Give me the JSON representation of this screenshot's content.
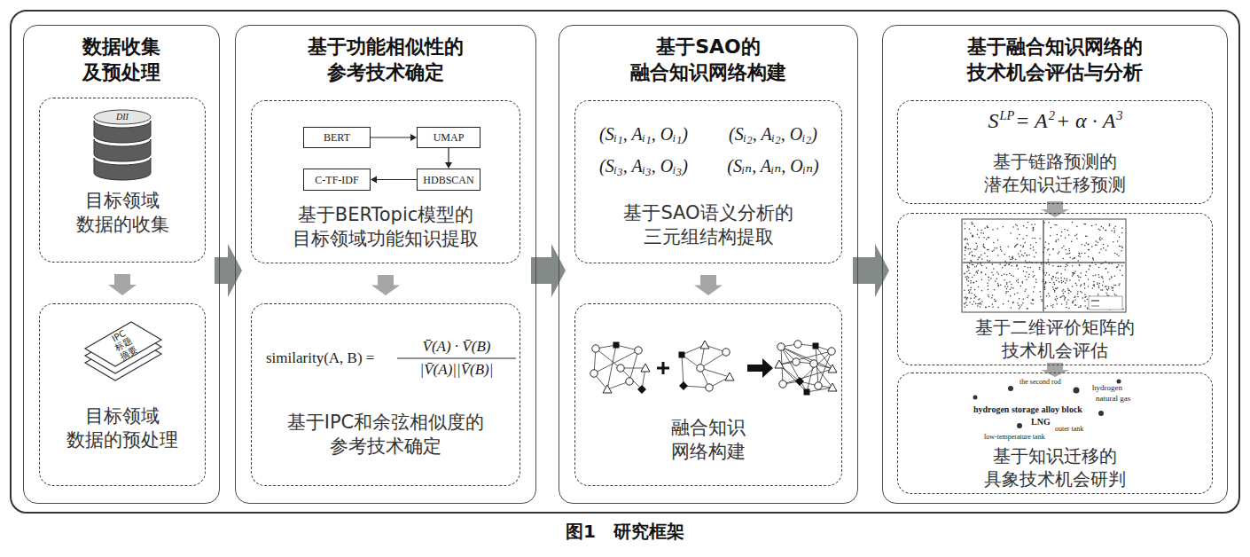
{
  "diagram": {
    "caption": "图1　研究框架",
    "nodes": [
      {
        "text": [
          "数据收集 及预处理"
        ]
      },
      {
        "text": [
          "目标领域 数据的收集"
        ],
        "in": 0
      },
      {
        "text": [
          "目标领域 数据的预处理"
        ],
        "in": 0
      },
      {
        "text": [
          "基于功能相似性的 参考技术确定"
        ]
      },
      {
        "text": [
          "基于BERTopic模型的 目标领域功能知识提取"
        ],
        "in": 3
      },
      {
        "text": [
          "BERT"
        ],
        "in": 4
      },
      {
        "text": [
          "UMAP"
        ],
        "in": 4
      },
      {
        "text": [
          "HDBSCAN"
        ],
        "in": 4
      },
      {
        "text": [
          "C-TF-IDF"
        ],
        "in": 4
      },
      {
        "text": [
          "基于IPC和余弦相似度的 参考技术确定"
        ],
        "in": 3
      },
      {
        "text": [
          "基于SAO的 融合知识网络构建"
        ]
      },
      {
        "text": [
          "基于SAO语义分析的 三元组结构提取"
        ],
        "in": 10
      },
      {
        "text": [
          "融合知识 网络构建"
        ],
        "in": 10
      },
      {
        "text": [
          "基于融合知识网络的 技术机会评估与分析"
        ]
      },
      {
        "text": [
          "基于链路预测的 潜在知识迁移预测"
        ],
        "in": 13
      },
      {
        "text": [
          "基于二维评价矩阵的 技术机会评估"
        ],
        "in": 13
      },
      {
        "text": [
          "基于知识迁移的 具象技术机会研判"
        ],
        "in": 13
      }
    ],
    "edges": [
      {
        "from": 0,
        "to": 3,
        "arrow": "to"
      },
      {
        "from": 3,
        "to": 10,
        "arrow": "to"
      },
      {
        "from": 10,
        "to": 13,
        "arrow": "to"
      },
      {
        "from": 1,
        "to": 2,
        "arrow": "to"
      },
      {
        "from": 4,
        "to": 9,
        "arrow": "to"
      },
      {
        "from": 11,
        "to": 12,
        "arrow": "to"
      },
      {
        "from": 14,
        "to": 15,
        "arrow": "to"
      },
      {
        "from": 15,
        "to": 16,
        "arrow": "to"
      },
      {
        "from": 5,
        "to": 6,
        "arrow": "to"
      },
      {
        "from": 6,
        "to": 7,
        "arrow": "to"
      },
      {
        "from": 7,
        "to": 8,
        "arrow": "to"
      }
    ],
    "labels": [
      "DII",
      "IPC",
      "标题",
      "摘要",
      "similarity(A, B) =",
      "V̄(A) · V̄(B)",
      "|V̄(A)||V̄(B)|",
      "(Sᵢ₁, Aᵢ₁, Oᵢ₁)",
      "(Sᵢ₂, Aᵢ₂, Oᵢ₂)",
      "(Sᵢ₃, Aᵢ₃, Oᵢ₃)",
      "(Sᵢₙ, Aᵢₙ, Oᵢₙ)",
      "S",
      "LP",
      "= A",
      "2",
      "+ α · A",
      "3",
      "the second rod",
      "hydrogen",
      "natural gas",
      "hydrogen storage alloy block",
      "LNG",
      "outer tank",
      "low-temperature tank"
    ]
  }
}
